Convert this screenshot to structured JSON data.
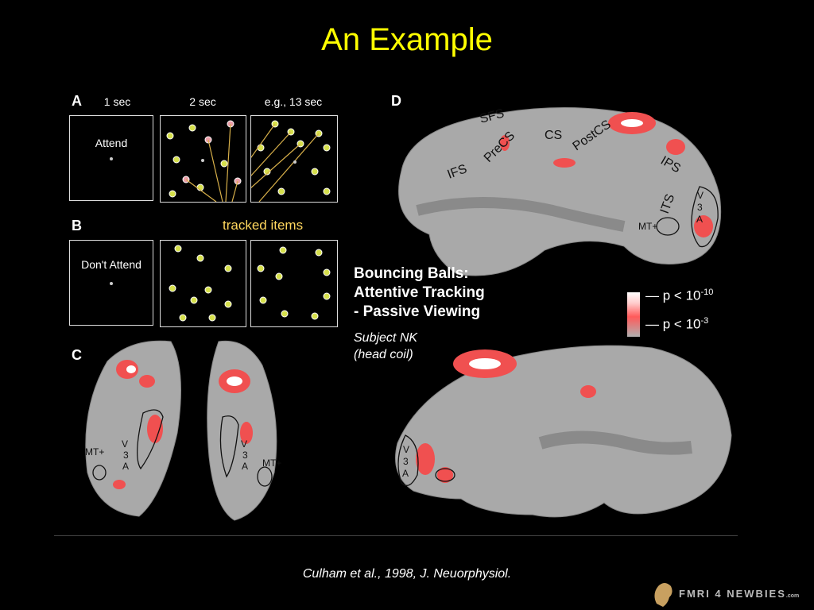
{
  "slide": {
    "title": "An Example",
    "citation": "Culham et al., 1998, J. Neuorphysiol.",
    "brand": {
      "name": "fMRI 4 Newbies",
      "display": "FMRI 4 NEWBIES",
      "suffix": ".com"
    }
  },
  "figure": {
    "panel_a": {
      "letter": "A",
      "time_labels": [
        "1 sec",
        "2 sec",
        "e.g., 13 sec"
      ],
      "attend_text": "Attend",
      "tracked_label": "tracked items"
    },
    "panel_b": {
      "letter": "B",
      "dont_attend_text": "Don't Attend"
    },
    "panel_c": {
      "letter": "C",
      "labels": [
        "MT+",
        "V",
        "3",
        "A",
        "V",
        "3",
        "A",
        "MT+"
      ]
    },
    "panel_d": {
      "letter": "D",
      "sulci": [
        "SFS",
        "PreCS",
        "CS",
        "PostCS",
        "IFS",
        "IPS",
        "ITS",
        "V",
        "3",
        "A",
        "MT+"
      ],
      "lower_labels": [
        "V",
        "3",
        "A"
      ]
    },
    "legend": {
      "title_lines": [
        "Bouncing Balls:",
        "Attentive Tracking",
        "- Passive Viewing"
      ],
      "subject_lines": [
        "Subject NK",
        "(head coil)"
      ],
      "p_high_base": "p < 10",
      "p_high_exp": "-10",
      "p_low_base": "p < 10",
      "p_low_exp": "-3",
      "colors": {
        "high": "#ffffff",
        "mid": "#ff5a5a",
        "low": "#b0b0b0"
      }
    }
  }
}
